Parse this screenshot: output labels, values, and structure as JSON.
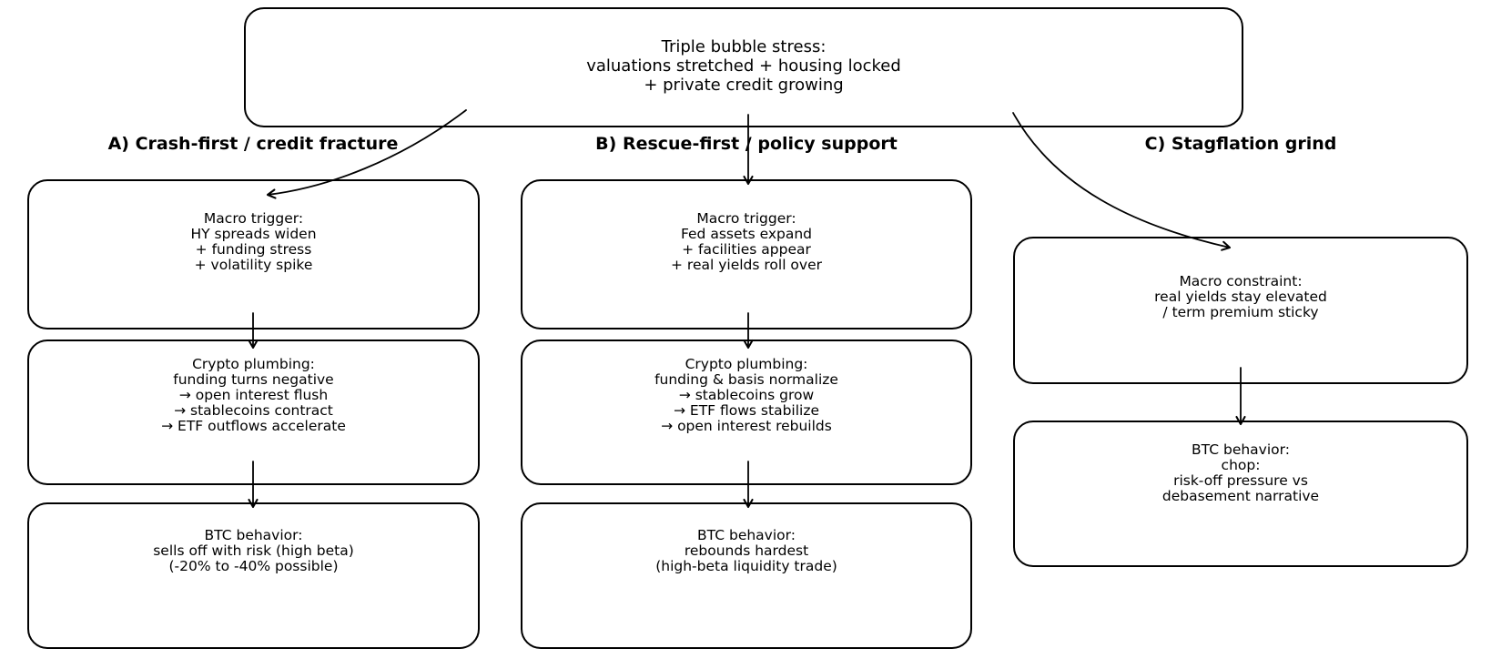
{
  "diagram": {
    "title_node": {
      "lines": [
        "Triple bubble stress:",
        "valuations stretched + housing locked",
        "+ private credit growing"
      ]
    },
    "scenarios": [
      {
        "id": "A",
        "header": "A) Crash-first / credit fracture",
        "boxes": [
          {
            "name": "macro-trigger",
            "lines": [
              "Macro trigger:",
              "HY spreads widen",
              "+ funding stress",
              "+ volatility spike"
            ]
          },
          {
            "name": "crypto-plumbing",
            "lines": [
              "Crypto plumbing:",
              "funding turns negative",
              "→ open interest flush",
              "→ stablecoins contract",
              "→ ETF outflows accelerate"
            ]
          },
          {
            "name": "btc-behavior",
            "lines": [
              "BTC behavior:",
              "sells off with risk (high beta)",
              "(-20% to -40% possible)"
            ]
          }
        ]
      },
      {
        "id": "B",
        "header": "B) Rescue-first / policy support",
        "boxes": [
          {
            "name": "macro-trigger",
            "lines": [
              "Macro trigger:",
              "Fed assets expand",
              "+ facilities appear",
              "+ real yields roll over"
            ]
          },
          {
            "name": "crypto-plumbing",
            "lines": [
              "Crypto plumbing:",
              "funding & basis normalize",
              "→ stablecoins grow",
              "→ ETF flows stabilize",
              "→ open interest rebuilds"
            ]
          },
          {
            "name": "btc-behavior",
            "lines": [
              "BTC behavior:",
              "rebounds hardest",
              "(high-beta liquidity trade)"
            ]
          }
        ]
      },
      {
        "id": "C",
        "header": "C) Stagflation grind",
        "boxes": [
          {
            "name": "macro-constraint",
            "lines": [
              "Macro constraint:",
              "real yields stay elevated",
              "/ term premium sticky"
            ]
          },
          {
            "name": "btc-behavior",
            "lines": [
              "BTC behavior:",
              "chop:",
              "risk-off pressure vs",
              "debasement narrative"
            ]
          }
        ]
      }
    ],
    "colors": {
      "line": "#000000",
      "text": "#000000",
      "background": "#ffffff"
    }
  }
}
